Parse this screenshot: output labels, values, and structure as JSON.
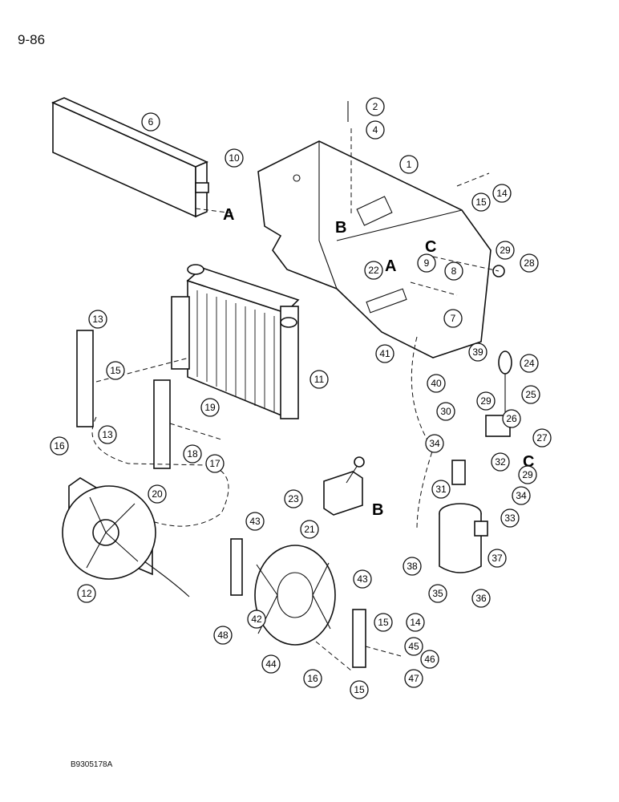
{
  "page": {
    "number": "9-86",
    "figure_code": "B9305178A"
  },
  "callouts": [
    "1",
    "2",
    "4",
    "6",
    "10",
    "14",
    "15",
    "22",
    "9",
    "8",
    "7",
    "29",
    "28",
    "13",
    "15",
    "16",
    "11",
    "41",
    "39",
    "40",
    "24",
    "25",
    "30",
    "29",
    "26",
    "27",
    "13",
    "19",
    "18",
    "17",
    "34",
    "32",
    "31",
    "29",
    "34",
    "33",
    "20",
    "23",
    "21",
    "43",
    "12",
    "38",
    "37",
    "35",
    "36",
    "42",
    "48",
    "43",
    "15",
    "14",
    "44",
    "45",
    "46",
    "47",
    "16",
    "15"
  ],
  "reference_letters": [
    "A",
    "B",
    "A",
    "C",
    "B",
    "C"
  ]
}
